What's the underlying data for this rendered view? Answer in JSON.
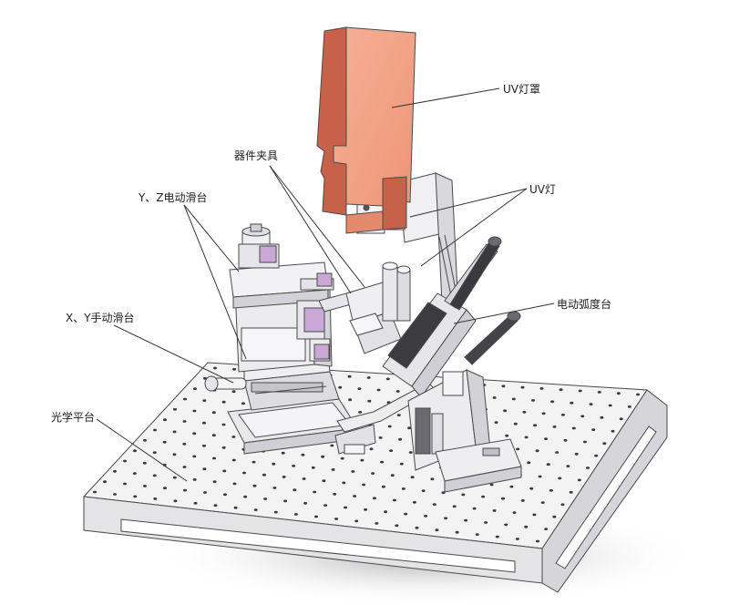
{
  "labels": {
    "uv_lamp_cover": "UV灯罩",
    "device_fixture": "器件夹具",
    "yz_electric_slide": "Y、Z电动滑台",
    "uv_lamp": "UV灯",
    "electric_arc_stage": "电动弧度台",
    "xy_manual_slide": "X、Y手动滑台",
    "optical_table": "光学平台"
  },
  "colors": {
    "lamp_cover_face": "#f2a184",
    "lamp_cover_side": "#c8614a",
    "line": "#4a4a4a",
    "metal_light": "#f1f1f3",
    "metal_mid": "#d9d9de",
    "shadow": "#b9b9bd",
    "motor_accent": "#c9a8d8"
  }
}
